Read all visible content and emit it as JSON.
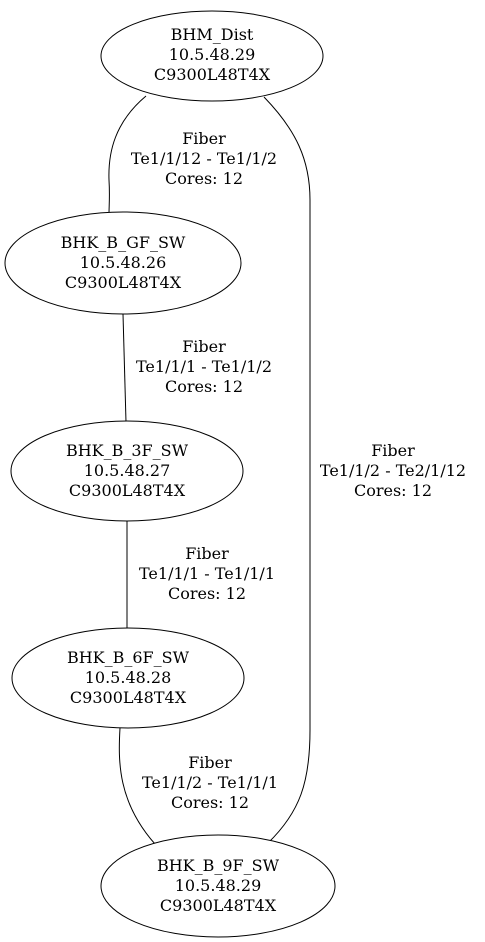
{
  "nodes": [
    {
      "id": "bhm-dist",
      "name": "BHM_Dist",
      "ip": "10.5.48.29",
      "model": "C9300L48T4X"
    },
    {
      "id": "bhk-b-gf-sw",
      "name": "BHK_B_GF_SW",
      "ip": "10.5.48.26",
      "model": "C9300L48T4X"
    },
    {
      "id": "bhk-b-3f-sw",
      "name": "BHK_B_3F_SW",
      "ip": "10.5.48.27",
      "model": "C9300L48T4X"
    },
    {
      "id": "bhk-b-6f-sw",
      "name": "BHK_B_6F_SW",
      "ip": "10.5.48.28",
      "model": "C9300L48T4X"
    },
    {
      "id": "bhk-b-9f-sw",
      "name": "BHK_B_9F_SW",
      "ip": "10.5.48.29",
      "model": "C9300L48T4X"
    }
  ],
  "edges": [
    {
      "id": "dist-gf",
      "from": "bhm-dist",
      "to": "bhk-b-gf-sw",
      "media": "Fiber",
      "ports": "Te1/1/12 - Te1/1/2",
      "cores": "Cores: 12"
    },
    {
      "id": "gf-3f",
      "from": "bhk-b-gf-sw",
      "to": "bhk-b-3f-sw",
      "media": "Fiber",
      "ports": "Te1/1/1 - Te1/1/2",
      "cores": "Cores: 12"
    },
    {
      "id": "3f-6f",
      "from": "bhk-b-3f-sw",
      "to": "bhk-b-6f-sw",
      "media": "Fiber",
      "ports": "Te1/1/1 - Te1/1/1",
      "cores": "Cores: 12"
    },
    {
      "id": "6f-9f",
      "from": "bhk-b-6f-sw",
      "to": "bhk-b-9f-sw",
      "media": "Fiber",
      "ports": "Te1/1/2 - Te1/1/1",
      "cores": "Cores: 12"
    },
    {
      "id": "dist-9f",
      "from": "bhm-dist",
      "to": "bhk-b-9f-sw",
      "media": "Fiber",
      "ports": "Te1/1/2 - Te2/1/12",
      "cores": "Cores: 12"
    }
  ]
}
